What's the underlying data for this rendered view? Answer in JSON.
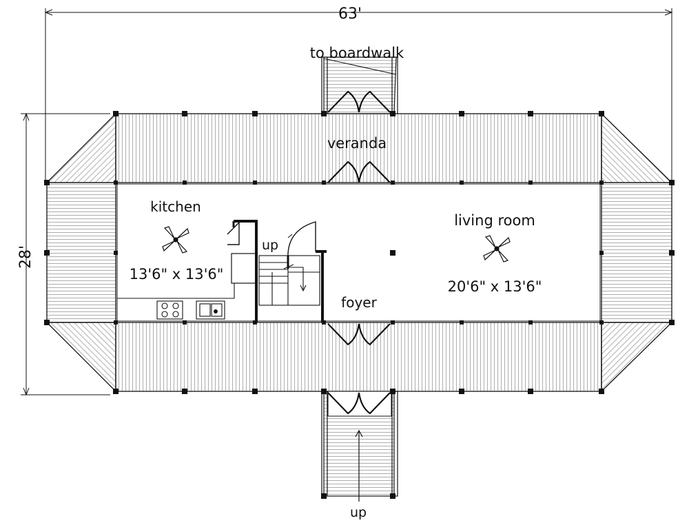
{
  "dimensions": {
    "width_label": "63'",
    "depth_label": "28'"
  },
  "labels": {
    "boardwalk": "to boardwalk",
    "veranda": "veranda",
    "kitchen": "kitchen",
    "kitchen_size": "13'6\" x 13'6\"",
    "living_room": "living room",
    "living_size": "20'6\" x 13'6\"",
    "foyer": "foyer",
    "stair_up": "up",
    "entry_up": "up"
  },
  "colors": {
    "line": "#111111",
    "deck": "#777777",
    "background": "#ffffff"
  }
}
